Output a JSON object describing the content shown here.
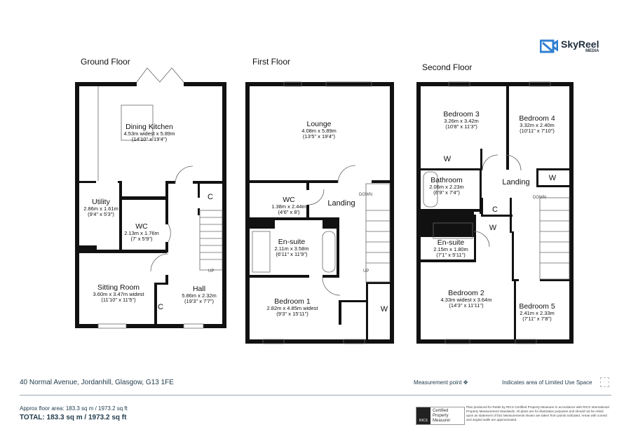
{
  "brand": {
    "name": "SkyReel",
    "sub": "MEDIA",
    "accent": "#2f7fd1"
  },
  "floors": {
    "ground": {
      "title": "Ground Floor",
      "rooms": [
        {
          "name": "Dining Kitchen",
          "metric": "4.53m widest x 5.89m",
          "imperial": "(14'10\" x 19'4\")"
        },
        {
          "name": "Utility",
          "metric": "2.86m x 1.61m",
          "imperial": "(9'4\" x 5'3\")"
        },
        {
          "name": "WC",
          "metric": "2.13m x 1.76m",
          "imperial": "(7' x 5'9\")"
        },
        {
          "name": "Sitting Room",
          "metric": "3.60m x 3.47m widest",
          "imperial": "(11'10\" x 11'5\")"
        },
        {
          "name": "Hall",
          "metric": "5.86m x 2.32m",
          "imperial": "(19'3\" x 7'7\")"
        }
      ],
      "labels": {
        "c1": "C",
        "c2": "C",
        "up": "UP"
      }
    },
    "first": {
      "title": "First Floor",
      "rooms": [
        {
          "name": "Lounge",
          "metric": "4.08m x 5.89m",
          "imperial": "(13'5\" x 19'4\")"
        },
        {
          "name": "WC",
          "metric": "1.38m x 2.44m",
          "imperial": "(4'6\" x 8')"
        },
        {
          "name": "En-suite",
          "metric": "2.11m x 3.58m",
          "imperial": "(6'11\" x 11'9\")"
        },
        {
          "name": "Bedroom 1",
          "metric": "2.82m x 4.85m widest",
          "imperial": "(9'3\" x 15'11\")"
        }
      ],
      "labels": {
        "landing": "Landing",
        "down": "DOWN",
        "up": "UP",
        "w": "W"
      }
    },
    "second": {
      "title": "Second Floor",
      "rooms": [
        {
          "name": "Bedroom 3",
          "metric": "3.26m x 3.42m",
          "imperial": "(10'8\" x 11'3\")"
        },
        {
          "name": "Bedroom 4",
          "metric": "3.32m x 2.40m",
          "imperial": "(10'11\" x 7'10\")"
        },
        {
          "name": "Bathroom",
          "metric": "2.06m x 2.23m",
          "imperial": "(6'9\" x 7'4\")"
        },
        {
          "name": "En-suite",
          "metric": "2.15m x 1.80m",
          "imperial": "(7'1\" x 5'11\")"
        },
        {
          "name": "Bedroom 2",
          "metric": "4.33m widest x 3.64m",
          "imperial": "(14'3\" x 11'11\")"
        },
        {
          "name": "Bedroom 5",
          "metric": "2.41m x 2.33m",
          "imperial": "(7'11\" x 7'8\")"
        }
      ],
      "labels": {
        "landing": "Landing",
        "down": "DOWN",
        "w1": "W",
        "w2": "W",
        "w3": "W",
        "c": "C"
      }
    }
  },
  "footer": {
    "address": "40 Normal Avenue, Jordanhill, Glasgow, G13 1FE",
    "measurement_point": "Measurement point",
    "limited_use": "Indicates area of Limited Use Space",
    "approx_area": "Approx floor area: 183.3 sq m / 1973.2 sq ft",
    "total": "TOTAL: 183.3 sq m / 1973.2 sq ft",
    "rics_badge": "RICS",
    "rics_text": [
      "Certified",
      "Property",
      "Measurer"
    ],
    "disclaimer": "Plan produced for Rettie by RICS Certified Property Measurer in accordance with RICS International Property Measurement Standards. All plans are for illustration purposes and should not be relied upon as statement of fact Measurements shown are taken from points indicated. Areas with curved and angled walls are approximated."
  }
}
